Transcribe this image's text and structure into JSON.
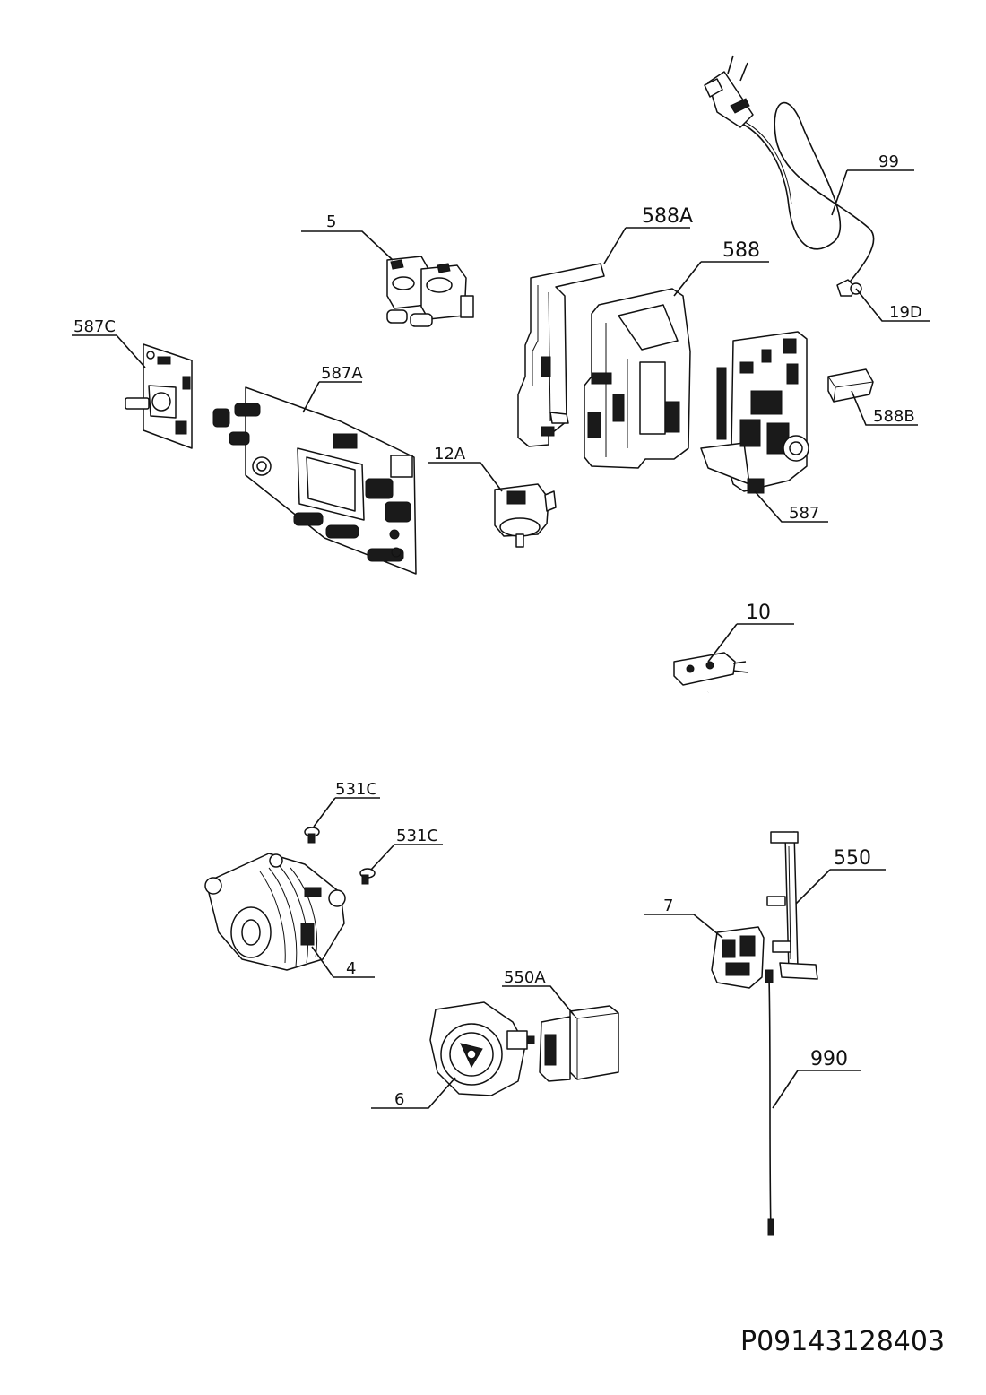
{
  "diagram": {
    "reference_code": "P09143128403",
    "parts": {
      "p99": "99",
      "p19D": "19D",
      "p588A": "588A",
      "p588": "588",
      "p5": "5",
      "p587C": "587C",
      "p587A": "587A",
      "p588B": "588B",
      "p12A": "12A",
      "p587": "587",
      "p10": "10",
      "p531C_a": "531C",
      "p531C_b": "531C",
      "p550": "550",
      "p7": "7",
      "p4": "4",
      "p550A": "550A",
      "p990": "990",
      "p6": "6"
    }
  }
}
